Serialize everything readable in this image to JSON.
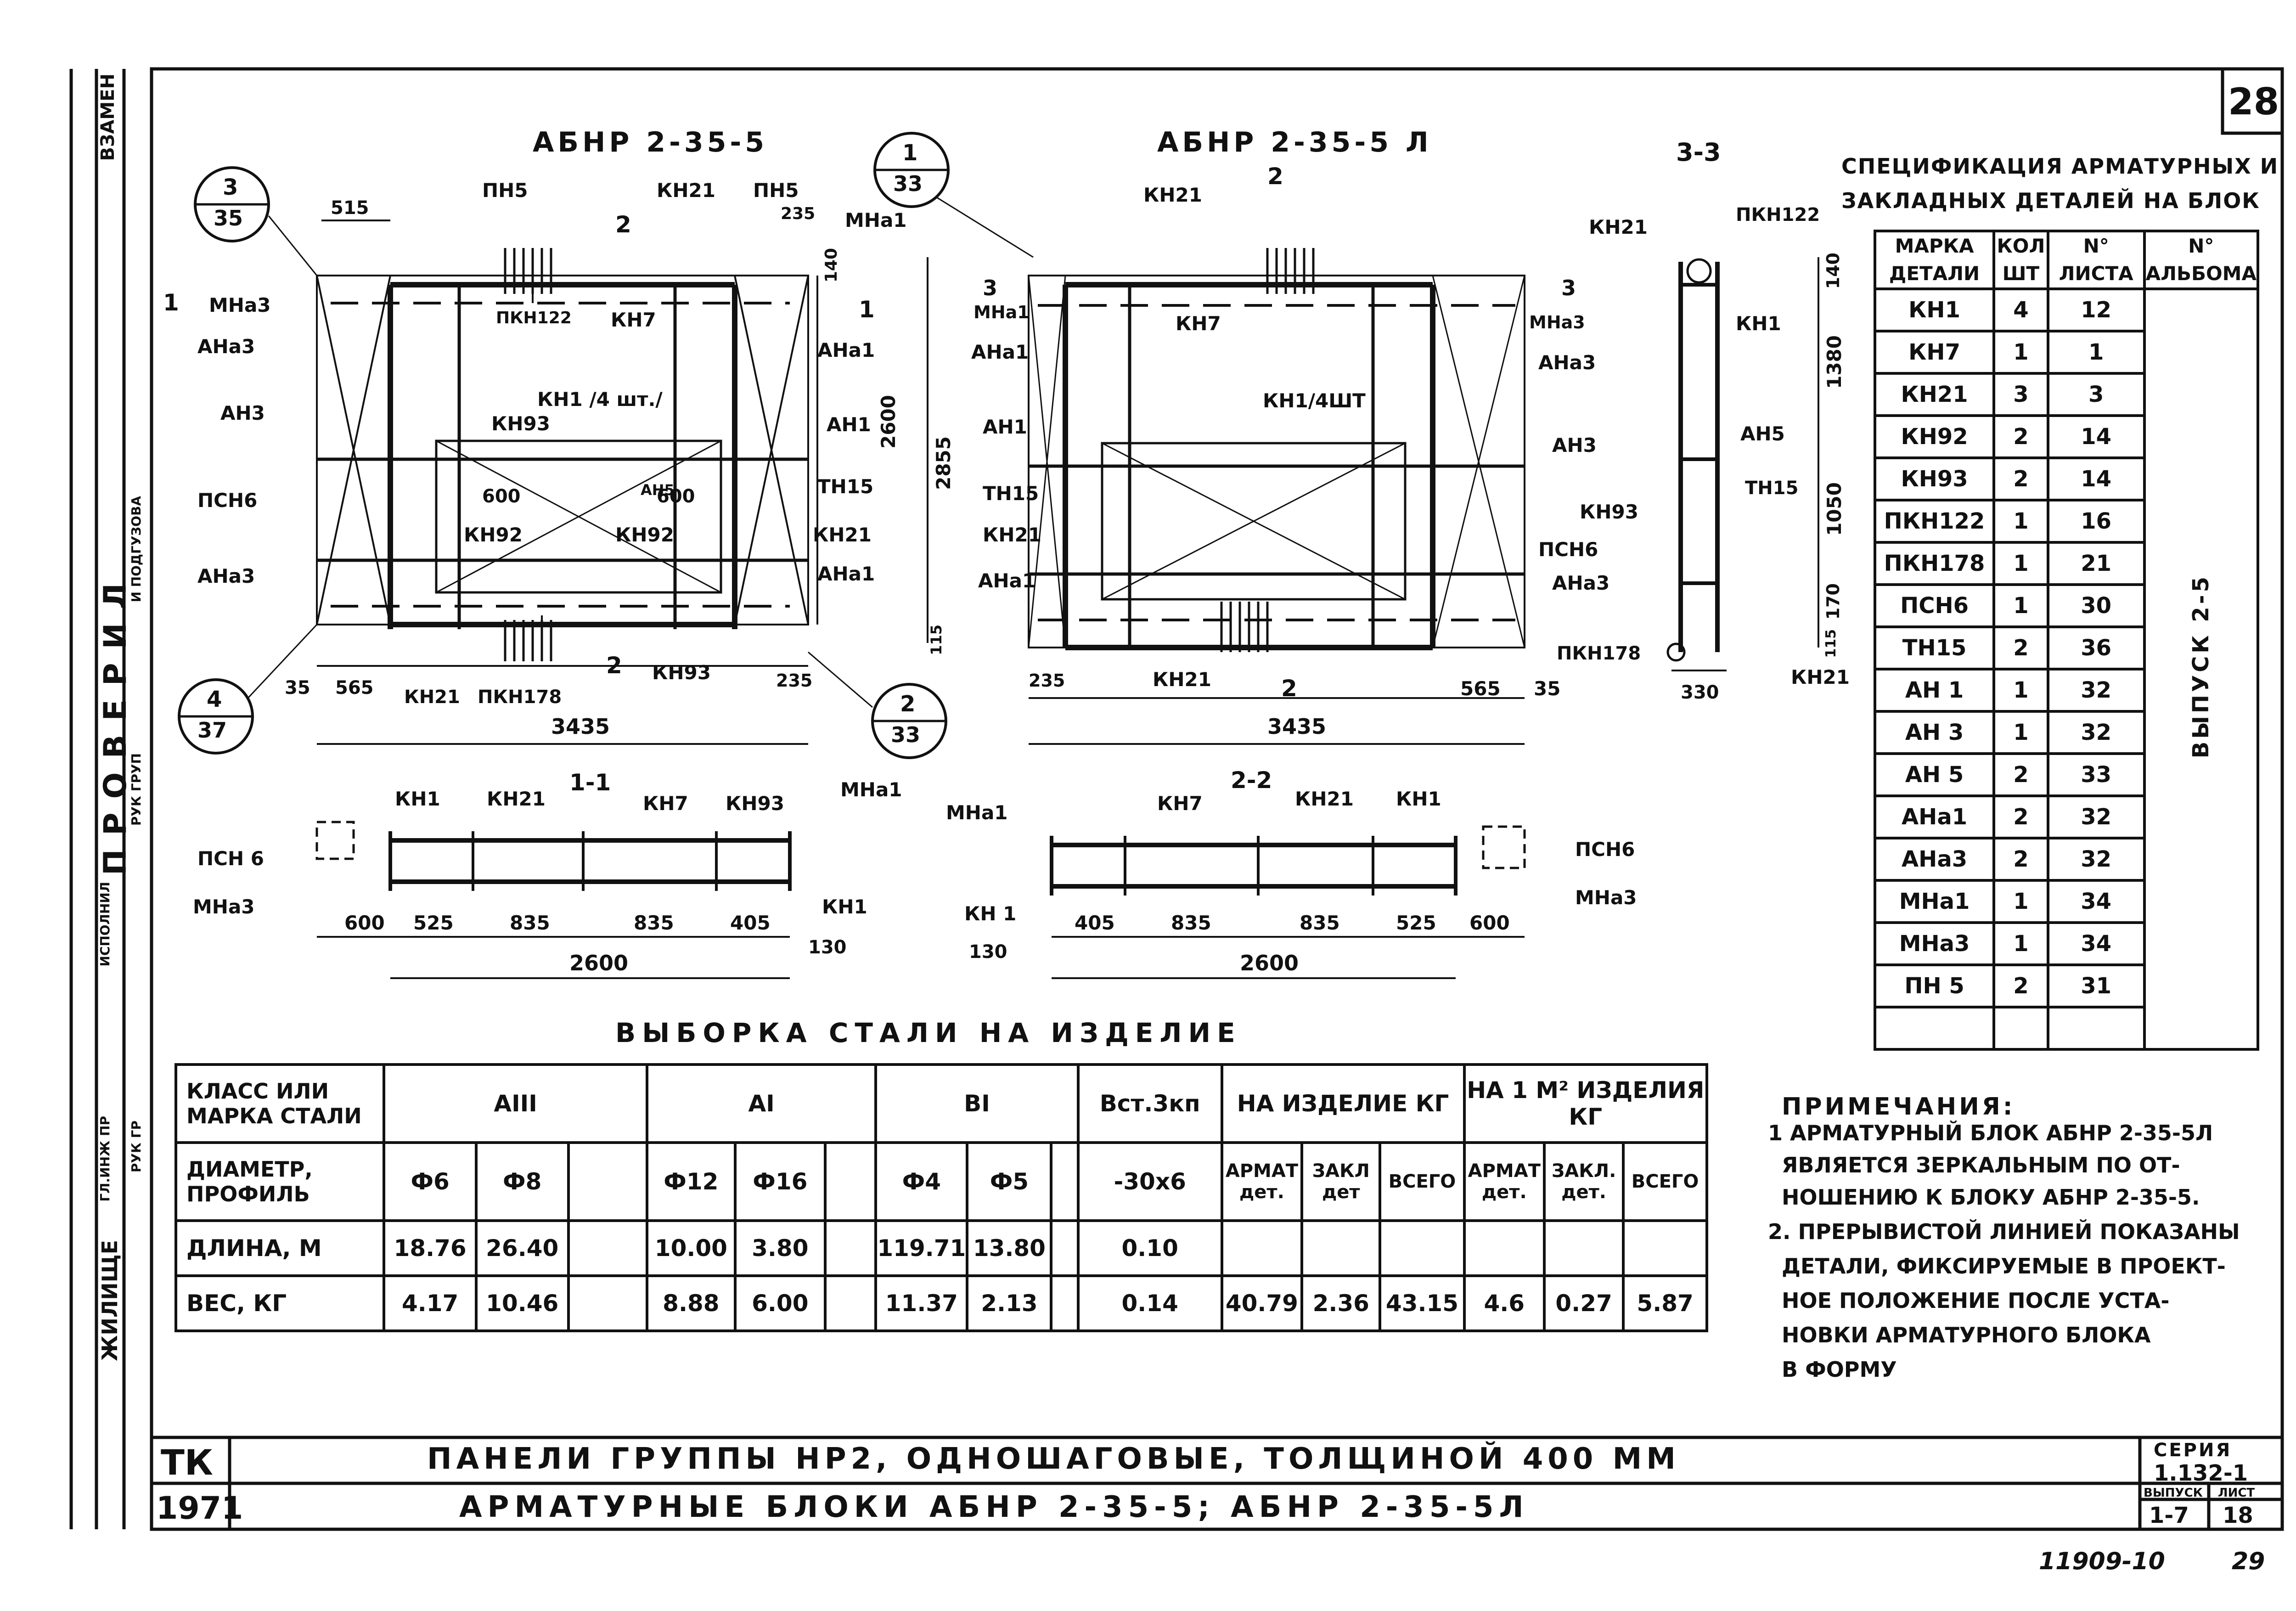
{
  "sheet_number": "28",
  "drawings": {
    "block_a": {
      "title": "АБНР 2-35-5",
      "labels": [
        "ПН5",
        "КН21",
        "ПН5",
        "МНа1",
        "МНа3",
        "АНа3",
        "ПКН122",
        "КН7",
        "АНа1",
        "АН3",
        "КН1 /4 шт./",
        "АН1",
        "КН93",
        "ПСН6",
        "АН5",
        "ТН15",
        "КН92",
        "КН92",
        "КН21",
        "АНа3",
        "АНа1",
        "КН21",
        "ПКН178",
        "КН93"
      ],
      "dims": [
        "515",
        "235",
        "140",
        "2600",
        "2855",
        "600",
        "600",
        "115",
        "565",
        "35",
        "235",
        "3435"
      ],
      "section_marks": [
        "2",
        "1",
        "1",
        "2"
      ],
      "callouts": [
        {
          "top": "3",
          "bottom": "35"
        },
        {
          "top": "1",
          "bottom": "33"
        },
        {
          "top": "4",
          "bottom": "37"
        },
        {
          "top": "2",
          "bottom": "33"
        }
      ]
    },
    "block_b": {
      "title": "АБНР 2-35-5 Л",
      "labels": [
        "КН21",
        "КН7",
        "МНа1",
        "АНа1",
        "МНа3",
        "АНа3",
        "КН1/4ШТ",
        "АН1",
        "АН3",
        "ТН15",
        "КН21",
        "ПСН6",
        "АНа1",
        "АНа3",
        "КН21"
      ],
      "dims": [
        "3",
        "3",
        "235",
        "565",
        "35",
        "3435"
      ],
      "section_marks": [
        "2",
        "2"
      ]
    },
    "section_3": {
      "title": "3-3",
      "labels": [
        "КН21",
        "ПКН122",
        "КН1",
        "АН5",
        "ТН15",
        "КН93",
        "ПКН178",
        "КН21"
      ],
      "dims": [
        "140",
        "1380",
        "1050",
        "170",
        "115",
        "330"
      ]
    },
    "section_1": {
      "title": "1-1",
      "labels": [
        "КН1",
        "КН21",
        "КН7",
        "КН93",
        "МНа1",
        "ПСН 6",
        "МНа3",
        "КН1"
      ],
      "dims": [
        "600",
        "525",
        "835",
        "835",
        "405",
        "130",
        "2600"
      ]
    },
    "section_2": {
      "title": "2-2",
      "labels": [
        "МНа1",
        "КН7",
        "КН21",
        "КН1",
        "ПСН6",
        "КН 1",
        "МНа3"
      ],
      "dims": [
        "130",
        "405",
        "835",
        "835",
        "525",
        "600",
        "2600"
      ]
    }
  },
  "spec": {
    "title_line1": "СПЕЦИФИКАЦИЯ АРМАТУРНЫХ И",
    "title_line2": "ЗАКЛАДНЫХ ДЕТАЛЕЙ НА БЛОК",
    "headers": [
      [
        "МАРКА",
        "ДЕТАЛИ"
      ],
      [
        "КОЛ",
        "ШТ"
      ],
      [
        "N°",
        "ЛИСТА"
      ],
      [
        "N°",
        "АЛЬБОМА"
      ]
    ],
    "rows": [
      [
        "КН1",
        "4",
        "12"
      ],
      [
        "КН7",
        "1",
        "1"
      ],
      [
        "КН21",
        "3",
        "3"
      ],
      [
        "КН92",
        "2",
        "14"
      ],
      [
        "КН93",
        "2",
        "14"
      ],
      [
        "ПКН122",
        "1",
        "16"
      ],
      [
        "ПКН178",
        "1",
        "21"
      ],
      [
        "ПСН6",
        "1",
        "30"
      ],
      [
        "ТН15",
        "2",
        "36"
      ],
      [
        "АН 1",
        "1",
        "32"
      ],
      [
        "АН 3",
        "1",
        "32"
      ],
      [
        "АН 5",
        "2",
        "33"
      ],
      [
        "АНа1",
        "2",
        "32"
      ],
      [
        "АНа3",
        "2",
        "32"
      ],
      [
        "МНа1",
        "1",
        "34"
      ],
      [
        "МНа3",
        "1",
        "34"
      ],
      [
        "ПН 5",
        "2",
        "31"
      ],
      [
        "",
        "",
        ""
      ]
    ],
    "album": "ВЫПУСК 2-5"
  },
  "steel": {
    "title": "ВЫБОРКА СТАЛИ НА ИЗДЕЛИЕ",
    "class_label": "КЛАСС ИЛИ МАРКА СТАЛИ",
    "classes": [
      "АIII",
      "АI",
      "ВI",
      "Вст.3кп"
    ],
    "per_item": "НА ИЗДЕЛИЕ КГ",
    "per_m2": "НА 1 М² ИЗДЕЛИЯ КГ",
    "diam_label": "ДИАМЕТР, ПРОФИЛЬ",
    "diams": [
      "Ф6",
      "Ф8",
      "",
      "Ф12",
      "Ф16",
      "",
      "Ф4",
      "Ф5",
      "",
      "-30х6"
    ],
    "sub": [
      "АРМАТ дет.",
      "ЗАКЛ дет",
      "ВСЕГО",
      "АРМАТ дет.",
      "ЗАКЛ. дет.",
      "ВСЕГО"
    ],
    "length_label": "ДЛИНА, М",
    "lengths": [
      "18.76",
      "26.40",
      "",
      "10.00",
      "3.80",
      "",
      "119.71",
      "13.80",
      "",
      "0.10"
    ],
    "weight_label": "ВЕС, КГ",
    "weights": [
      "4.17",
      "10.46",
      "",
      "8.88",
      "6.00",
      "",
      "11.37",
      "2.13",
      "",
      "0.14"
    ],
    "totals": [
      "40.79",
      "2.36",
      "43.15",
      "4.6",
      "0.27",
      "5.87"
    ]
  },
  "notes": {
    "title": "ПРИМЕЧАНИЯ:",
    "lines": [
      "1 АРМАТУРНЫЙ БЛОК АБНР 2-35-5Л",
      "ЯВЛЯЕТСЯ ЗЕРКАЛЬНЫМ ПО ОТ-",
      "НОШЕНИЮ К БЛОКУ АБНР 2-35-5.",
      "2. ПРЕРЫВИСТОЙ ЛИНИЕЙ ПОКАЗАНЫ",
      "ДЕТАЛИ, ФИКСИРУЕМЫЕ В ПРОЕКТ-",
      "НОЕ ПОЛОЖЕНИЕ ПОСЛЕ УСТА-",
      "НОВКИ АРМАТУРНОГО БЛОКА",
      "В ФОРМУ"
    ]
  },
  "title_block": {
    "org": "ТК",
    "year": "1971",
    "line1": "ПАНЕЛИ ГРУППЫ НР2, ОДНОШАГОВЫЕ, ТОЛЩИНОЙ 400 ММ",
    "line2": "АРМАТУРНЫЕ БЛОКИ АБНР 2-35-5; АБНР 2-35-5Л",
    "series_label": "СЕРИЯ",
    "series": "1.132-1",
    "issue_label": "ВЫПУСК",
    "issue": "1-7",
    "sheet_label": "ЛИСТ",
    "sheet": "18",
    "footer_code": "11909-10",
    "footer_page": "29"
  },
  "side_stamp": {
    "vzamen": "ВЗАМЕН",
    "proveril": "ПРОВЕРИЛ",
    "podguzova": "И ПОДГУЗОВА",
    "ruk_grup": "РУК ГРУП",
    "ruk_gr": "РУК ГР",
    "ispolnil": "ИСПОЛНИЛ",
    "zhilishche": "ЖИЛИЩЕ",
    "glavn": "ГЛ.ИНЖ ПР"
  }
}
